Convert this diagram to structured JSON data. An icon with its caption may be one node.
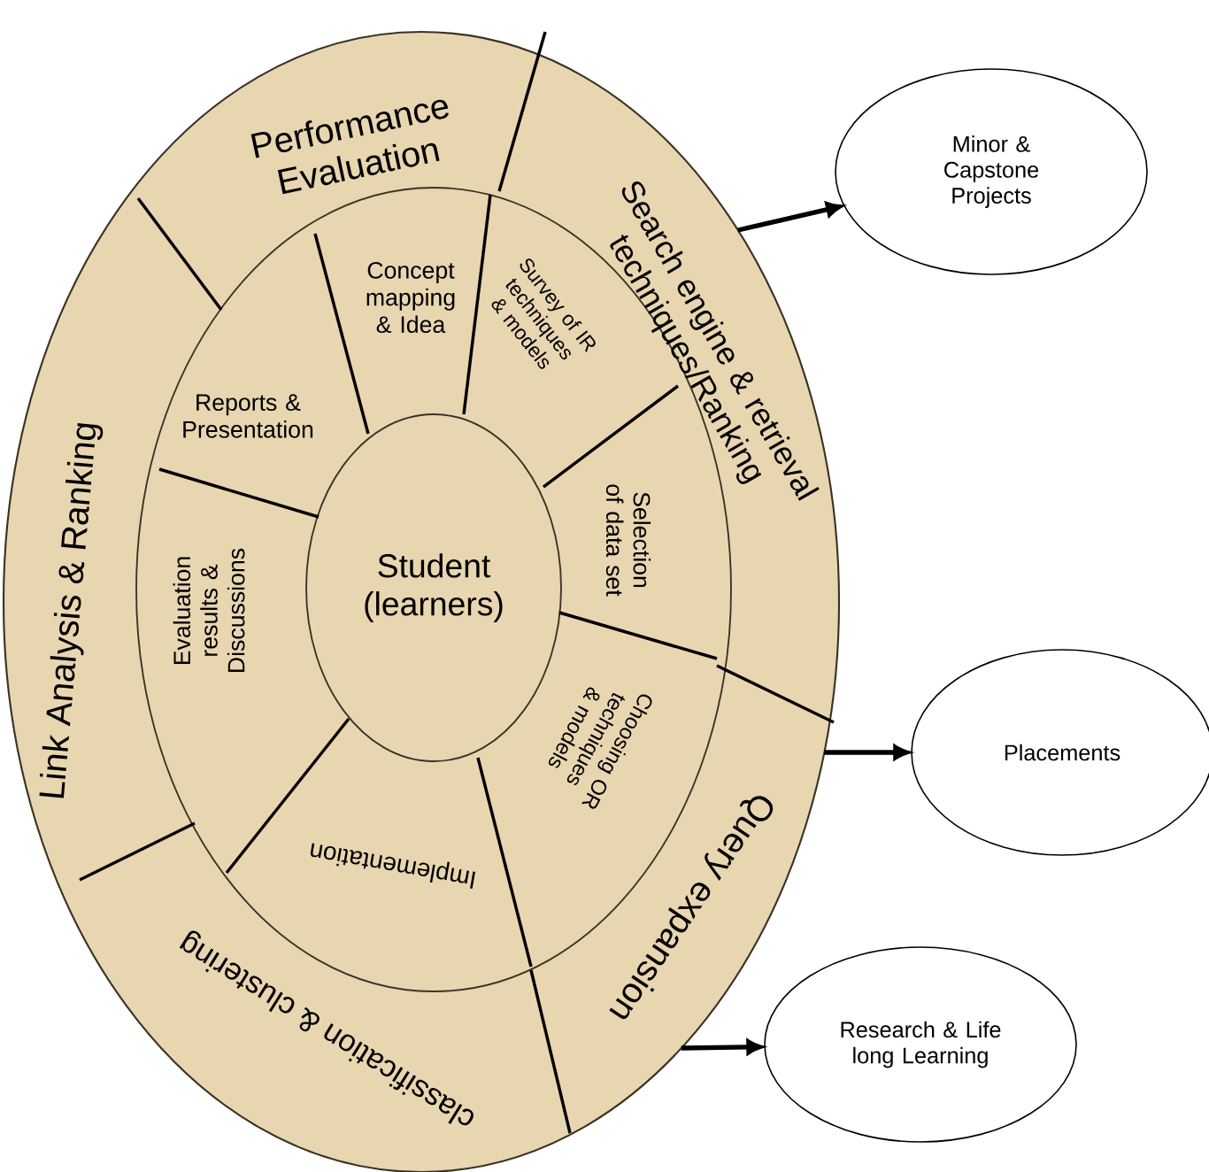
{
  "diagram": {
    "nodes": [
      {
        "text": [
          "Performance Evaluation"
        ]
      },
      {
        "text": [
          "Search engine & retrieval techniques/Ranking"
        ]
      },
      {
        "text": [
          "Minor & Capstone Projects"
        ]
      },
      {
        "text": [
          "Link Analysis & Ranking"
        ]
      },
      {
        "text": [
          "Concept mapping & Idea"
        ]
      },
      {
        "text": [
          "Survey of IR techniques & models"
        ]
      },
      {
        "text": [
          "Reports & Presentation"
        ]
      },
      {
        "text": [
          "Selection of data set"
        ]
      },
      {
        "text": [
          "Student (learners)"
        ]
      },
      {
        "text": [
          "Evaluation results & Discussions"
        ]
      },
      {
        "text": [
          "Placements"
        ]
      },
      {
        "text": [
          "Choosing OR techniques & models"
        ]
      },
      {
        "text": [
          "Query expansion"
        ]
      },
      {
        "text": [
          "Implementation"
        ]
      },
      {
        "text": [
          "classification & clustering"
        ]
      },
      {
        "text": [
          "Research & Life long Learning"
        ]
      }
    ],
    "edges": [
      {
        "from": 1,
        "to": 2,
        "arrow": "to"
      },
      {
        "from": 12,
        "to": 10,
        "arrow": "to"
      },
      {
        "from": 12,
        "to": 15,
        "arrow": "to"
      }
    ]
  }
}
